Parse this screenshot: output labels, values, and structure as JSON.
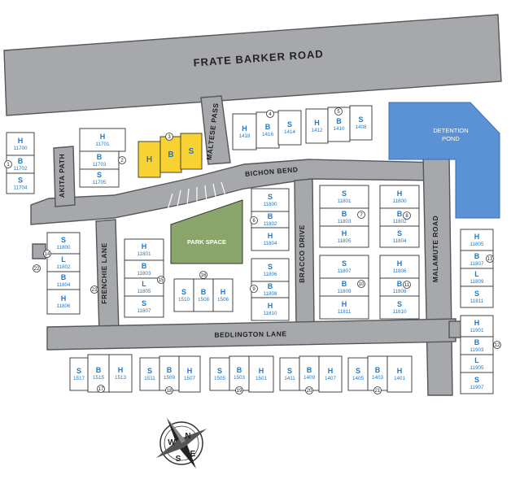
{
  "roads": [
    {
      "id": "frate-barker-road",
      "name": "FRATE BARKER ROAD"
    },
    {
      "id": "maltese-pass",
      "name": "MALTESE PASS"
    },
    {
      "id": "akita-path",
      "name": "AKITA PATH"
    },
    {
      "id": "bichon-bend",
      "name": "BICHON BEND"
    },
    {
      "id": "frenchie-lane",
      "name": "FRENCHIE LANE"
    },
    {
      "id": "bracco-drive",
      "name": "BRACCO DRIVE"
    },
    {
      "id": "malamute-road",
      "name": "MALAMUTE ROAD"
    },
    {
      "id": "bedlington-lane",
      "name": "BEDLINGTON LANE"
    }
  ],
  "areas": {
    "park": {
      "label": "PARK SPACE",
      "color": "#8aa569"
    },
    "pond": {
      "label_line1": "DETENTION",
      "label_line2": "POND",
      "color": "#5b92d6"
    }
  },
  "compass": {
    "n": "N",
    "e": "E",
    "s": "S",
    "w": "W"
  },
  "colors": {
    "unit_text": "#1f78c8",
    "highlight": "#f8d233",
    "road": "#a6a8ab"
  },
  "units": [
    {
      "type": "H",
      "number": "11700"
    },
    {
      "type": "B",
      "number": "11702"
    },
    {
      "type": "S",
      "number": "11704"
    },
    {
      "type": "H",
      "number": "11701"
    },
    {
      "type": "B",
      "number": "11703"
    },
    {
      "type": "S",
      "number": "11705"
    },
    {
      "type": "H",
      "number": ""
    },
    {
      "type": "B",
      "number": ""
    },
    {
      "type": "S",
      "number": ""
    },
    {
      "type": "H",
      "number": "1418"
    },
    {
      "type": "B",
      "number": "1416"
    },
    {
      "type": "S",
      "number": "1414"
    },
    {
      "type": "H",
      "number": "1412"
    },
    {
      "type": "B",
      "number": "1410"
    },
    {
      "type": "S",
      "number": "1408"
    },
    {
      "type": "S",
      "number": "11800"
    },
    {
      "type": "B",
      "number": "11802"
    },
    {
      "type": "H",
      "number": "11804"
    },
    {
      "type": "S",
      "number": "11806"
    },
    {
      "type": "B",
      "number": "11808"
    },
    {
      "type": "H",
      "number": "11810"
    },
    {
      "type": "S",
      "number": "11801"
    },
    {
      "type": "B",
      "number": "11803"
    },
    {
      "type": "H",
      "number": "11805"
    },
    {
      "type": "S",
      "number": "11807"
    },
    {
      "type": "B",
      "number": "11809"
    },
    {
      "type": "H",
      "number": "11811"
    },
    {
      "type": "H",
      "number": "11800"
    },
    {
      "type": "B",
      "number": "11802"
    },
    {
      "type": "S",
      "number": "11804"
    },
    {
      "type": "H",
      "number": "11806"
    },
    {
      "type": "B",
      "number": "11808"
    },
    {
      "type": "S",
      "number": "11810"
    },
    {
      "type": "H",
      "number": "11805"
    },
    {
      "type": "B",
      "number": "11807"
    },
    {
      "type": "L",
      "number": "11809"
    },
    {
      "type": "S",
      "number": "11811"
    },
    {
      "type": "H",
      "number": "11901"
    },
    {
      "type": "B",
      "number": "11903"
    },
    {
      "type": "L",
      "number": "11905"
    },
    {
      "type": "S",
      "number": "11907"
    },
    {
      "type": "S",
      "number": "11800"
    },
    {
      "type": "L",
      "number": "11802"
    },
    {
      "type": "B",
      "number": "11804"
    },
    {
      "type": "H",
      "number": "11806"
    },
    {
      "type": "H",
      "number": "11801"
    },
    {
      "type": "B",
      "number": "11803"
    },
    {
      "type": "L",
      "number": "11805"
    },
    {
      "type": "S",
      "number": "11807"
    },
    {
      "type": "S",
      "number": "1510"
    },
    {
      "type": "B",
      "number": "1508"
    },
    {
      "type": "H",
      "number": "1506"
    },
    {
      "type": "S",
      "number": "1517"
    },
    {
      "type": "B",
      "number": "1515"
    },
    {
      "type": "H",
      "number": "1513"
    },
    {
      "type": "S",
      "number": "1511"
    },
    {
      "type": "B",
      "number": "1509"
    },
    {
      "type": "H",
      "number": "1507"
    },
    {
      "type": "S",
      "number": "1505"
    },
    {
      "type": "B",
      "number": "1503"
    },
    {
      "type": "H",
      "number": "1501"
    },
    {
      "type": "S",
      "number": "1411"
    },
    {
      "type": "B",
      "number": "1409"
    },
    {
      "type": "H",
      "number": "1407"
    },
    {
      "type": "S",
      "number": "1405"
    },
    {
      "type": "B",
      "number": "1403"
    },
    {
      "type": "H",
      "number": "1401"
    }
  ],
  "markers": [
    "1",
    "2",
    "3",
    "4",
    "5",
    "6",
    "7",
    "8",
    "9",
    "10",
    "11",
    "12",
    "13",
    "14",
    "15",
    "16",
    "17",
    "18",
    "19",
    "20",
    "21",
    "22",
    "23"
  ]
}
